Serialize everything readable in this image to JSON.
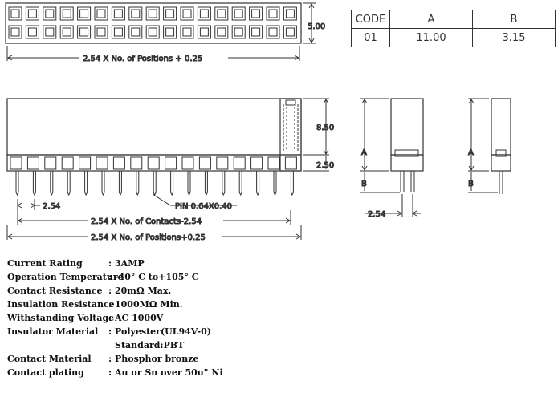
{
  "table": {
    "headers": [
      "CODE",
      "A",
      "B"
    ],
    "row": [
      "01",
      "11.00",
      "3.15"
    ]
  },
  "dims": {
    "height_top": "5.00",
    "top_length": "2.54 X No. of Positions + 0.25",
    "height_upper": "8.50",
    "height_lower": "2.50",
    "pitch": "2.54",
    "pin_size": "PIN 0.64X0.40",
    "contacts_length": "2.54 X No. of Contacts-2.54",
    "positions_length": "2.54 X No. of Positions+0.25",
    "label_a": "A",
    "label_b": "B",
    "side_pitch": "2.54"
  },
  "specs": [
    {
      "label": "Current Rating",
      "value": "3AMP"
    },
    {
      "label": "Operation Temperature",
      "value": "-40° C to+105° C"
    },
    {
      "label": "Contact Resistance",
      "value": "20mΩ Max."
    },
    {
      "label": "Insulation Resistance",
      "value": "1000MΩ Min."
    },
    {
      "label": "Withstanding Voltage",
      "value": "AC 1000V"
    },
    {
      "label": "Insulator Material",
      "value": "Polyester(UL94V-0)"
    },
    {
      "label": "",
      "value": "Standard:PBT"
    },
    {
      "label": "Contact Material",
      "value": "Phosphor bronze"
    },
    {
      "label": "Contact plating",
      "value": "Au or Sn over 50u\" Ni"
    }
  ]
}
